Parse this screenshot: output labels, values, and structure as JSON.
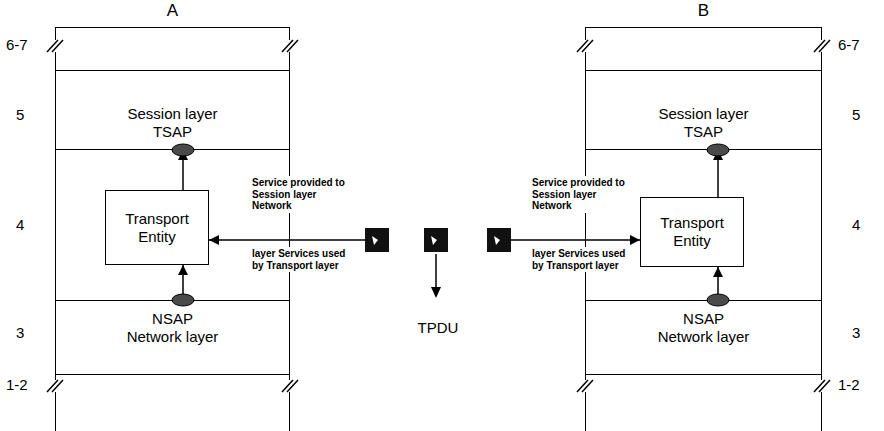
{
  "diagram": {
    "nodes": [
      {
        "text": [
          "A"
        ]
      },
      {
        "text": [
          "Session layer",
          "TSAP"
        ],
        "in": 0
      },
      {
        "text": [
          "Transport Entity"
        ],
        "in": 0
      },
      {
        "text": [
          "NSAP",
          "Network layer"
        ],
        "in": 0
      },
      {
        "text": [
          "TPDU"
        ]
      },
      {
        "text": [
          "B"
        ]
      },
      {
        "text": [
          "Session layer",
          "TSAP"
        ],
        "in": 5
      },
      {
        "text": [
          "Transport Entity"
        ],
        "in": 5
      },
      {
        "text": [
          "NSAP",
          "Network layer"
        ],
        "in": 5
      }
    ],
    "edges": [
      {
        "from": 2,
        "to": 1,
        "arrow": "to"
      },
      {
        "from": 3,
        "to": 2,
        "arrow": "to"
      },
      {
        "from": 4,
        "to": 2,
        "arrow": "to"
      },
      {
        "from": 4,
        "to": 7,
        "arrow": "to"
      },
      {
        "from": 7,
        "to": 6,
        "arrow": "to"
      },
      {
        "from": 8,
        "to": 7,
        "arrow": "to"
      }
    ],
    "labels": [
      "6-7",
      "5",
      "4",
      "3",
      "1-2",
      "Service provided to Session layer Network",
      "layer Services used by Transport layer",
      "Service provided to Session layer Network",
      "layer Services used by Transport layer",
      "6-7",
      "5",
      "4",
      "3",
      "1-2"
    ]
  }
}
